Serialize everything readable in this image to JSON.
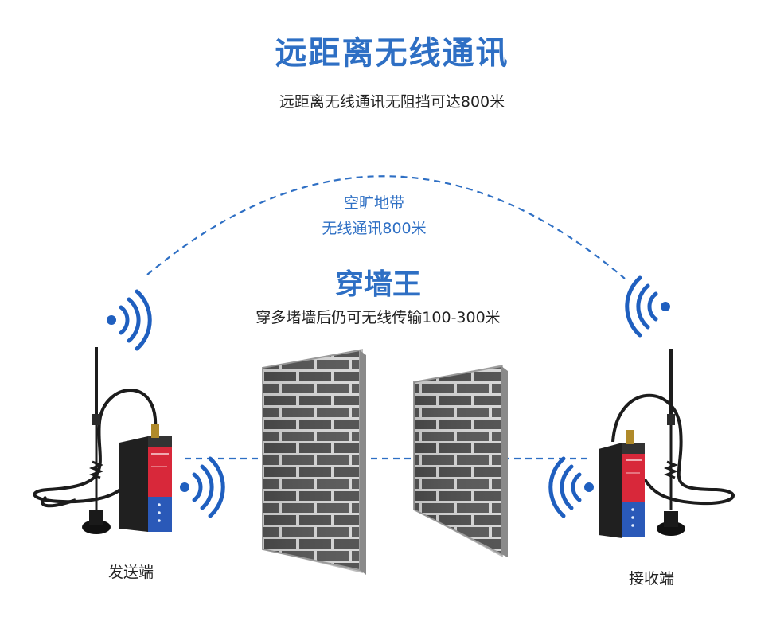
{
  "header": {
    "title": "远距离无线通讯",
    "subtitle": "远距离无线通讯无阻挡可达800米"
  },
  "open_area": {
    "line1": "空旷地带",
    "line2": "无线通讯800米"
  },
  "wall_mode": {
    "title": "穿墙王",
    "subtitle": "穿多堵墙后仍可无线传输100-300米"
  },
  "sender": {
    "label": "发送端"
  },
  "receiver": {
    "label": "接收端"
  },
  "colors": {
    "accent_blue": "#2e6fc4",
    "signal_blue": "#1f5fbf",
    "device_red": "#d8283a",
    "device_blue": "#2a59b8",
    "brick": "#555555",
    "mortar": "#d9d9d9"
  },
  "icons": [
    "wifi-signal-icon",
    "antenna-icon",
    "router-device-icon",
    "brick-wall-icon"
  ]
}
